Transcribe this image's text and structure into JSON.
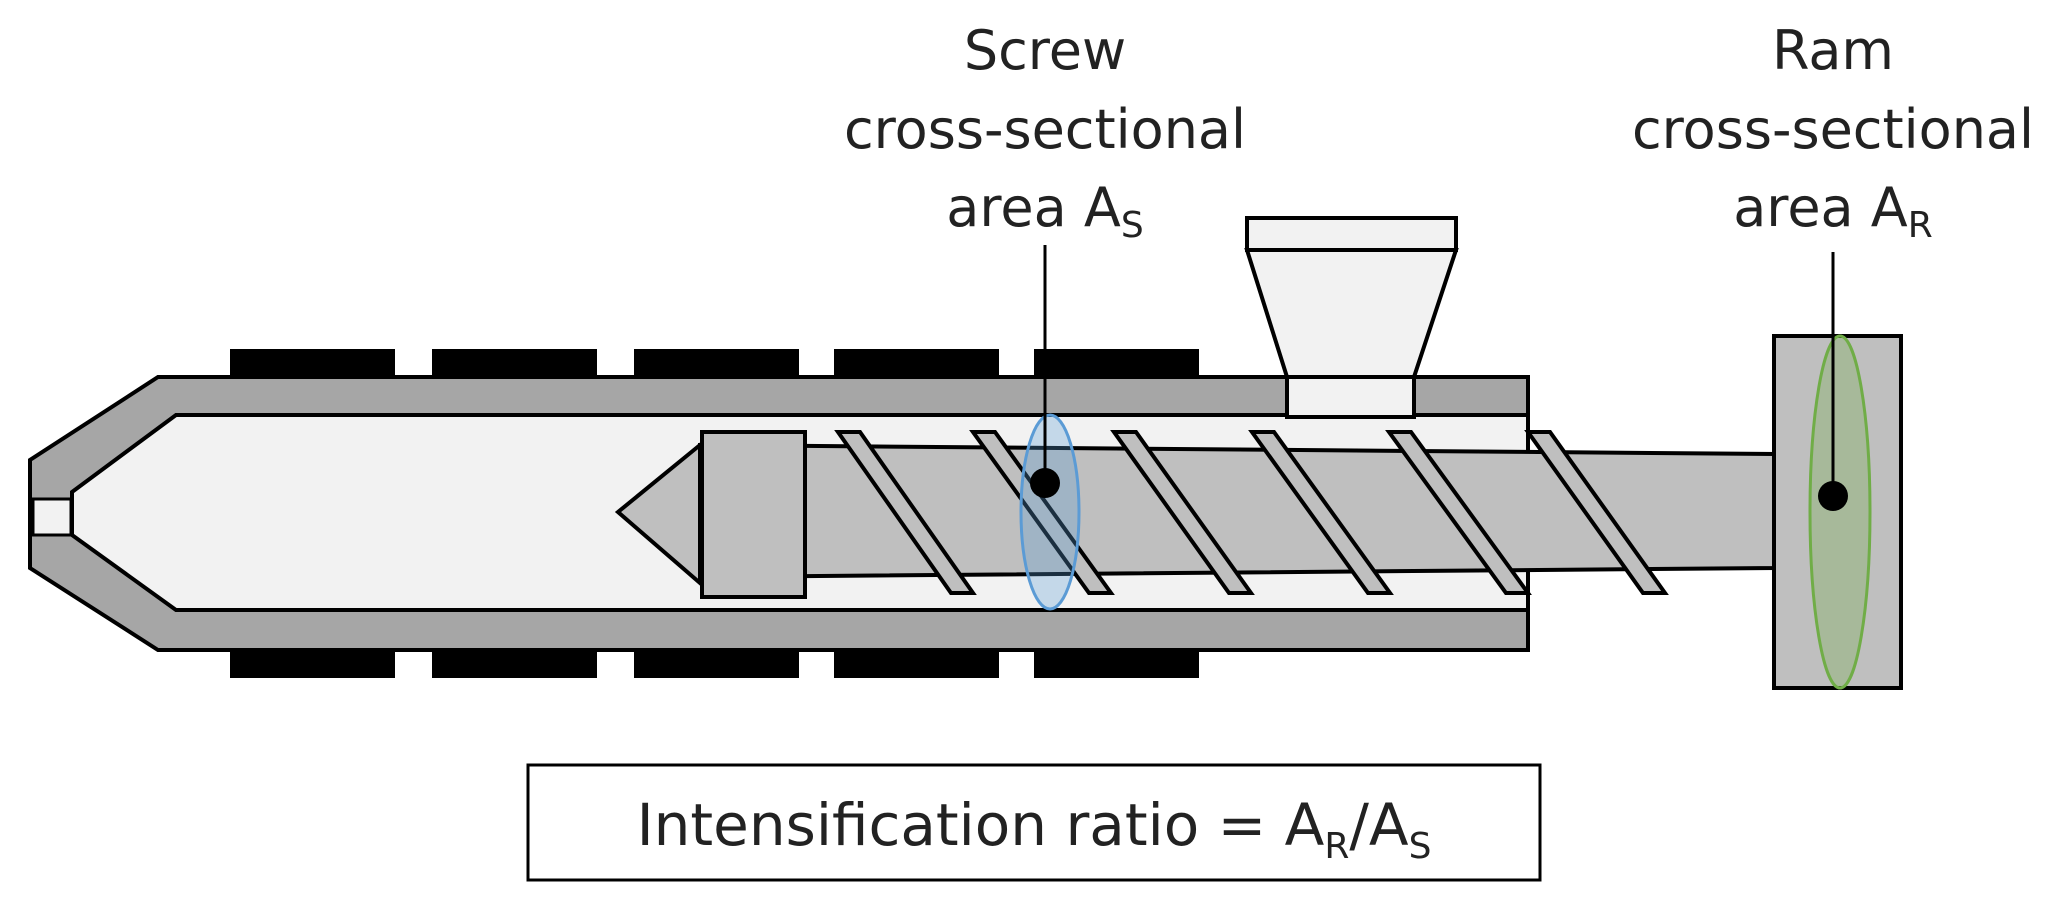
{
  "labels": {
    "screw": {
      "line1": "Screw",
      "line2": "cross-sectional",
      "line3_main": "area A",
      "line3_sub": "S"
    },
    "ram": {
      "line1": "Ram",
      "line2": "cross-sectional",
      "line3_main": "area A",
      "line3_sub": "R"
    }
  },
  "formula": {
    "prefix": "Intensification ratio = A",
    "sub1": "R",
    "slash": "/A",
    "sub2": "S"
  },
  "colors": {
    "barrel": "#a6a6a6",
    "screw": "#bfbfbf",
    "inner": "#f2f2f2",
    "heater": "#000000",
    "screw_highlight": "#5b9bd5",
    "ram_highlight": "#70ad47"
  }
}
